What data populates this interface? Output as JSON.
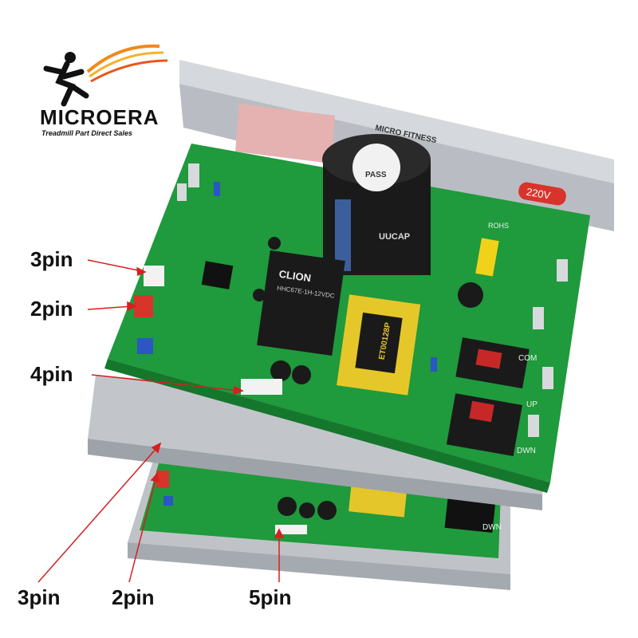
{
  "brand": {
    "name": "MICROERA",
    "tagline": "Treadmill Part Direct Sales"
  },
  "board_print": {
    "maker": "MICRO FITNESS",
    "voltage_badge": "220V",
    "capacitor_brand": "UUCAP",
    "pass_mark": "PASS",
    "relay_brand": "CLION",
    "relay_model": "HHC67E-1H-12VDC",
    "transformer_code": "ET00128P",
    "rohs": "ROHS",
    "pad_com": "COM",
    "pad_up": "UP",
    "pad_dwn": "DWN",
    "pad_dwn_lower": "DWN"
  },
  "callouts": [
    {
      "label": "3pin"
    },
    {
      "label": "2pin"
    },
    {
      "label": "4pin"
    },
    {
      "label": "3pin"
    },
    {
      "label": "2pin"
    },
    {
      "label": "5pin"
    }
  ],
  "colors": {
    "pcb": "#1f9a3c",
    "pcb_dark": "#15772c",
    "heatsink": "#c9ccd1",
    "arrow": "#d81e1e",
    "brand_accent": "#f08a1c"
  }
}
